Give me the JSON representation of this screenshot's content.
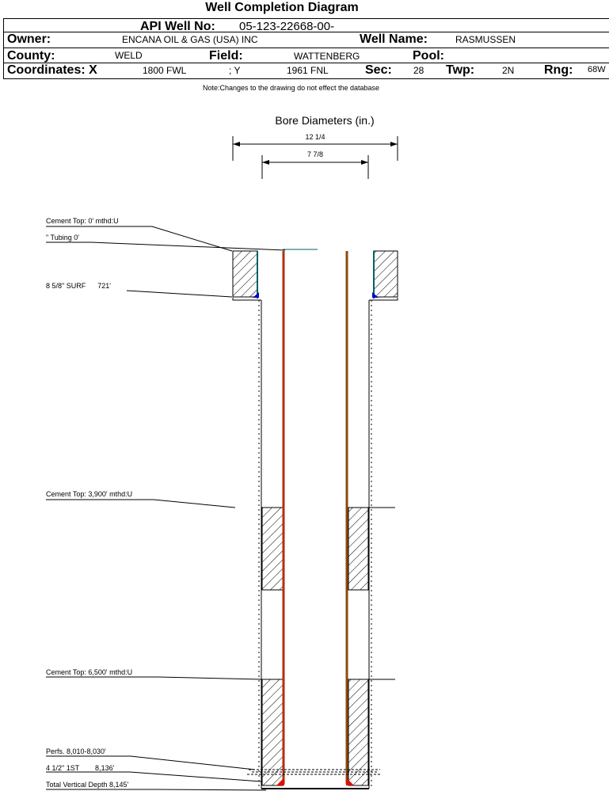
{
  "header": {
    "title": "Well Completion Diagram",
    "api_label": "API Well No:",
    "api_value": "05-123-22668-00-",
    "owner_label": "Owner:",
    "owner_value": "ENCANA OIL & GAS (USA) INC",
    "well_name_label": "Well Name:",
    "well_name_value": "RASMUSSEN",
    "county_label": "County:",
    "county_value": "WELD",
    "field_label": "Field:",
    "field_value": "WATTENBERG",
    "pool_label": "Pool:",
    "pool_value": "",
    "coordinates_label": "Coordinates: X",
    "x_value": "1800 FWL",
    "y_label": "; Y",
    "y_value": "1961 FNL",
    "sec_label": "Sec:",
    "sec_value": "28",
    "twp_label": "Twp:",
    "twp_value": "2N",
    "rng_label": "Rng:",
    "rng_value": "68W"
  },
  "note": "Note:Changes to the drawing do not effect the database",
  "diagram": {
    "bore_title": "Bore Diameters (in.)",
    "bore_diameters": [
      "12 1/4",
      "7 7/8"
    ],
    "annotations": {
      "cement_top_surface": "Cement Top: 0' mthd:U",
      "tubing": "\" Tubing 0'",
      "surface_casing": "8 5/8\" SURF      721'",
      "cement_top_1": "Cement Top: 3,900' mthd:U",
      "cement_top_2": "Cement Top: 6,500' mthd:U",
      "perfs": "Perfs. 8,010-8,030'",
      "production_casing": "4 1/2\" 1ST        8,136'",
      "tvd": "Total Vertical Depth 8,145'"
    },
    "colors": {
      "tubing_left": "#b03010",
      "tubing_right": "#8b4a10",
      "shoe": "#0000cc",
      "bottom_shoe": "#dd1100"
    }
  }
}
